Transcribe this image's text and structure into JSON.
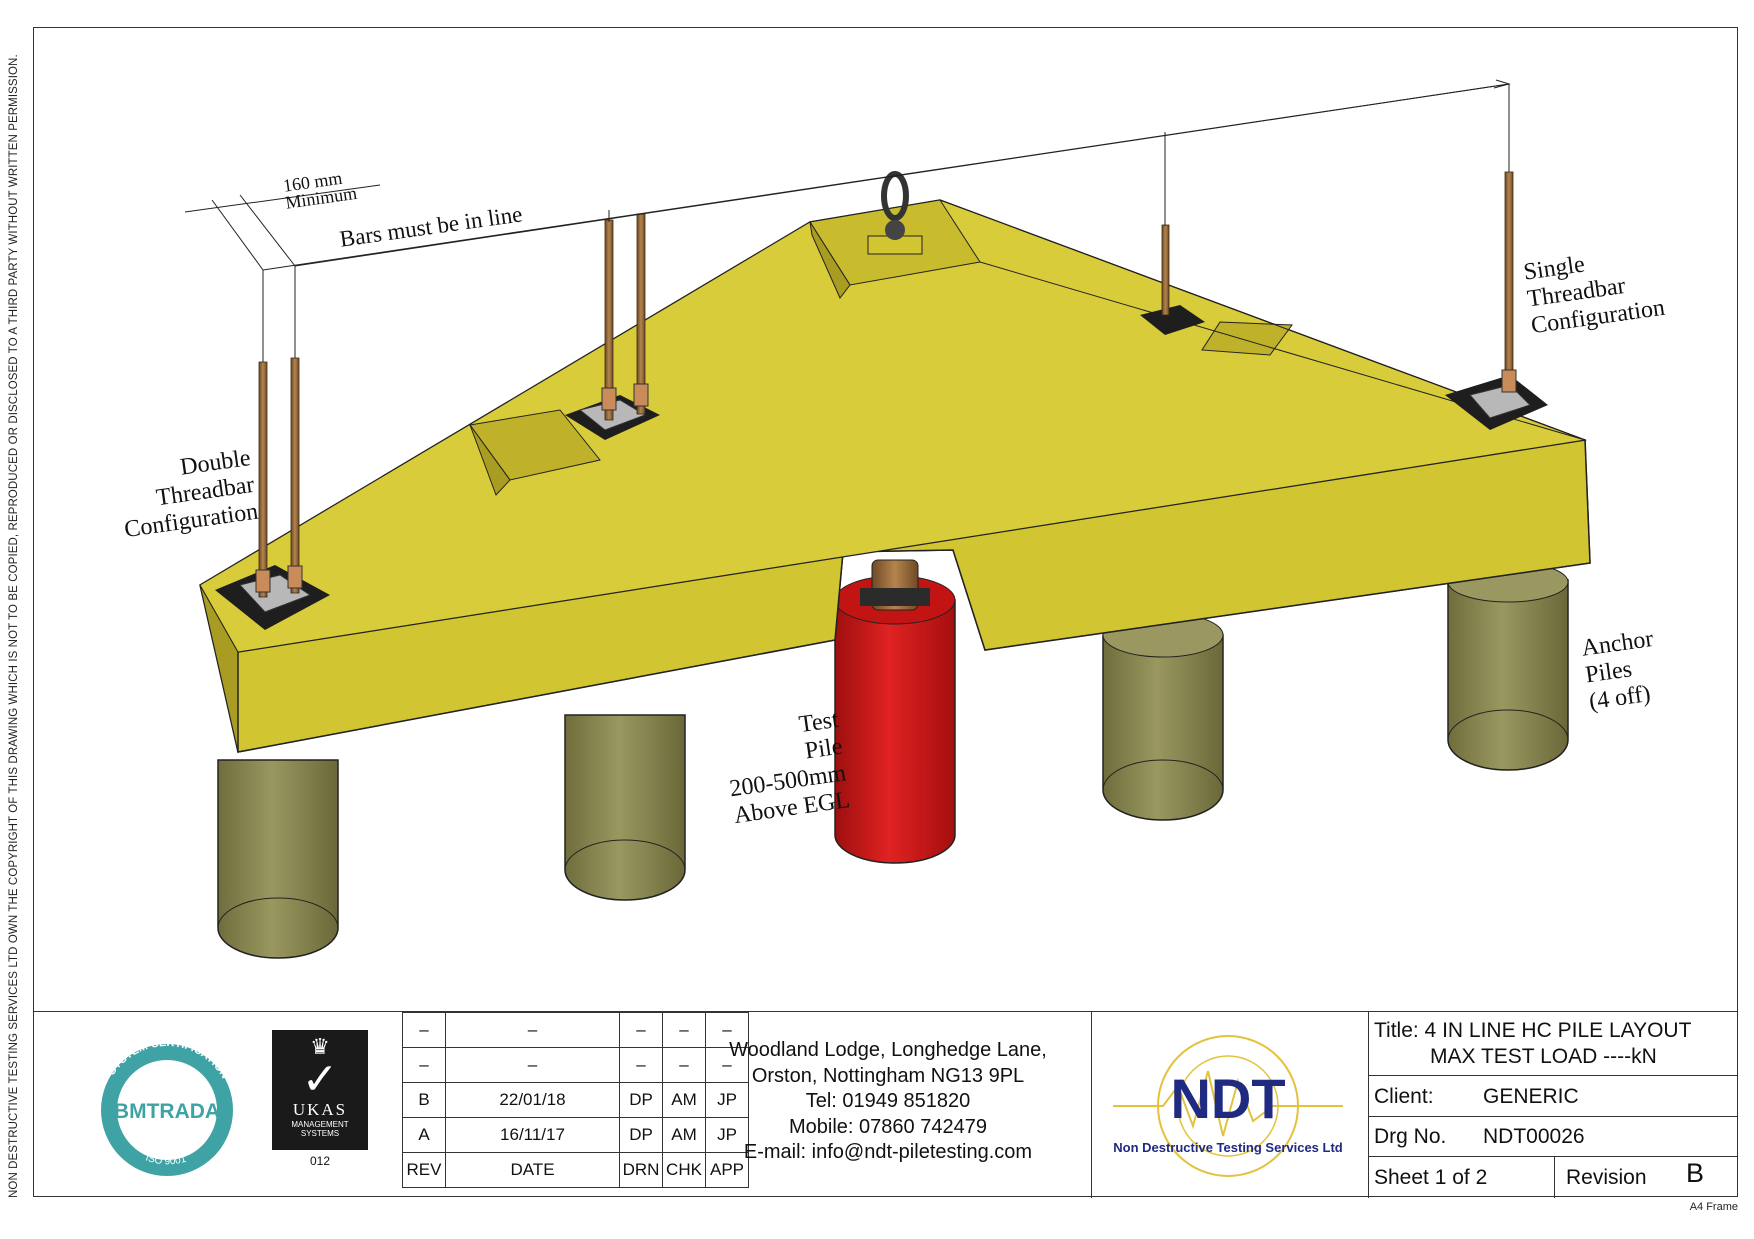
{
  "copyright_notice": "NON DESTRUCTIVE TESTING SERVICES LTD   OWN THE COPYRIGHT OF THIS DRAWING WHICH IS NOT TO BE COPIED, REPRODUCED OR DISCLOSED TO A THIRD PARTY WITHOUT WRITTEN PERMISSION.",
  "frame_label": "A4 Frame",
  "annotations": {
    "dimension": [
      "160 mm",
      "Minimum"
    ],
    "bars_in_line": "Bars must be in line",
    "double_threadbar": [
      "Double",
      "Threadbar",
      "Configuration"
    ],
    "single_threadbar": [
      "Single",
      "Threadbar",
      "Configuration"
    ],
    "test_pile": [
      "Test",
      "Pile",
      "200-500mm",
      "Above EGL"
    ],
    "anchor_piles": [
      "Anchor",
      "Piles",
      "(4 off)"
    ]
  },
  "logos": {
    "bm_trada": {
      "ring_top": "SYSTEM CERTIFICATION",
      "name": "BMTRADA",
      "ring_bottom": "ISO 9001",
      "color": "#3fa3a6"
    },
    "ukas": {
      "name": "UKAS",
      "sub1": "MANAGEMENT",
      "sub2": "SYSTEMS",
      "number": "012"
    },
    "ndt": {
      "mark": "NDT",
      "company": "Non Destructive Testing Services Ltd",
      "color": "#1f2a80",
      "accent": "#e3c23c"
    }
  },
  "revision_table": {
    "rows": [
      [
        "–",
        "–",
        "–",
        "–",
        "–"
      ],
      [
        "–",
        "–",
        "–",
        "–",
        "–"
      ],
      [
        "B",
        "22/01/18",
        "DP",
        "AM",
        "JP"
      ],
      [
        "A",
        "16/11/17",
        "DP",
        "AM",
        "JP"
      ]
    ],
    "headers": [
      "REV",
      "DATE",
      "DRN",
      "CHK",
      "APP"
    ]
  },
  "address": [
    "Woodland Lodge, Longhedge Lane,",
    "Orston, Nottingham NG13 9PL",
    "Tel: 01949 851820",
    "Mobile: 07860 742479",
    "E-mail: info@ndt-piletesting.com"
  ],
  "title_block": {
    "title_line1": "Title: 4 IN LINE HC PILE LAYOUT",
    "title_line2": "MAX TEST LOAD ----kN",
    "client_label": "Client:",
    "client_value": "GENERIC",
    "drg_label": "Drg No.",
    "drg_value": "NDT00026",
    "sheet": "Sheet 1 of 2",
    "revision_label": "Revision",
    "revision_value": "B"
  },
  "colors": {
    "beam": "#d6c936",
    "beam_shadow": "#bfb22a",
    "beam_dark": "#a89c22",
    "test_pile": "#d11b1b",
    "anchor_pile": "#8c8a52",
    "bar": "#9a6b3a"
  }
}
